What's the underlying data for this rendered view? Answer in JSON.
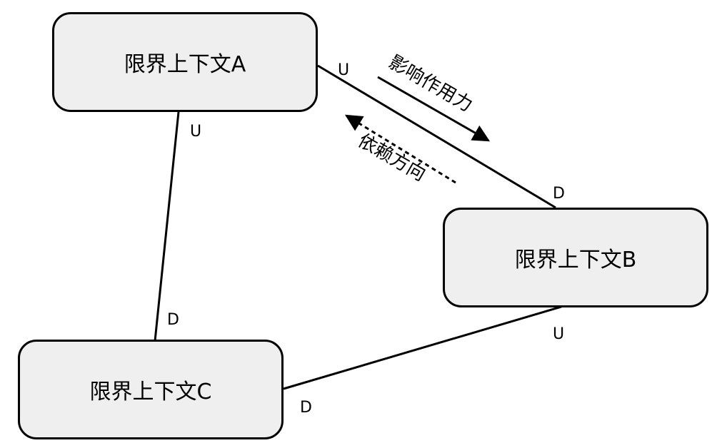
{
  "contexts": {
    "a": "限界上下文A",
    "b": "限界上下文B",
    "c": "限界上下文C"
  },
  "relationships": {
    "a_b": {
      "upstream_label": "U",
      "downstream_label": "D"
    },
    "a_c": {
      "upstream_label": "U",
      "downstream_label": "D"
    },
    "b_c": {
      "upstream_label": "U",
      "downstream_label": "D"
    }
  },
  "legend": {
    "influence": "影响作用力",
    "dependency": "依赖方向"
  }
}
